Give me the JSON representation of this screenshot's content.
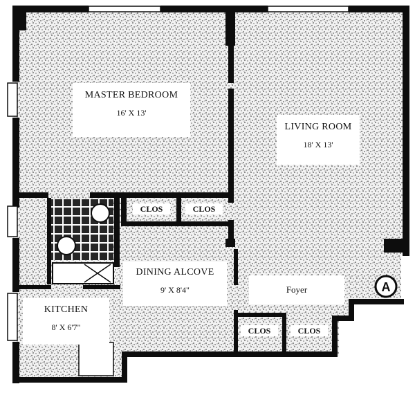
{
  "rooms": {
    "master_bedroom": {
      "name": "MASTER BEDROOM",
      "dims": "16' X 13'"
    },
    "living_room": {
      "name": "LIVING ROOM",
      "dims": "18' X 13'"
    },
    "dining_alcove": {
      "name": "DINING ALCOVE",
      "dims": "9' X 8'4\""
    },
    "kitchen": {
      "name": "KITCHEN",
      "dims": "8' X 6'7\""
    },
    "foyer": {
      "name": "Foyer"
    }
  },
  "closets": [
    "CLOS",
    "CLOS",
    "CLOS",
    "CLOS"
  ],
  "unit_marker": "A",
  "colors": {
    "wall": "#0d0d0d",
    "stipple": "#1a1a1a",
    "paper": "#ffffff"
  }
}
